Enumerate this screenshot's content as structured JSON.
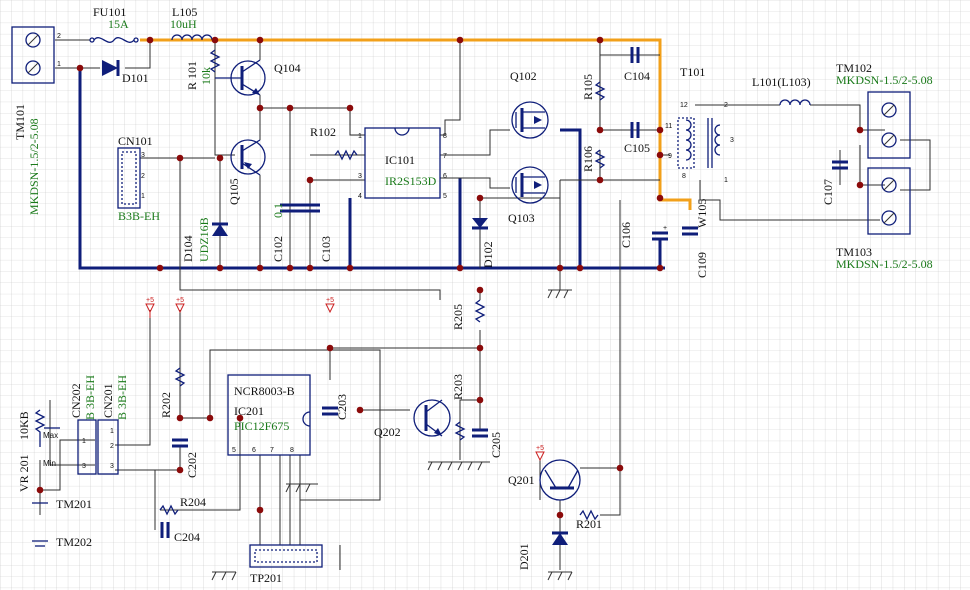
{
  "labels": {
    "tm101": "TM101",
    "tm101_val": "MKDSN-1.5/2-5.08",
    "fu101": "FU101",
    "fu101_val": "15A",
    "l105": "L105",
    "l105_val": "10uH",
    "d101": "D101",
    "r101": "R 101",
    "r101_val": "10k",
    "q104": "Q104",
    "q102": "Q102",
    "q103": "Q103",
    "r105": "R105",
    "r106": "R106",
    "c104": "C104",
    "c105": "C105",
    "t101": "T101",
    "l101": "L101(L103)",
    "tm102": "TM102",
    "tm102_val": "MKDSN-1.5/2-5.08",
    "tm103": "TM103",
    "tm103_val": "MKDSN-1.5/2-5.08",
    "cn101": "CN101",
    "cn101_val": "B3B-EH",
    "q105": "Q105",
    "r102": "R102",
    "ic101": "IC101",
    "ic101_val": "IR2S153D",
    "d104": "D104",
    "d104_val": "UDZ16B",
    "c102": "C102",
    "c102_val": "0.1",
    "c103": "C103",
    "d102": "D102",
    "c106": "C106",
    "w105": "W105",
    "c107": "C107",
    "c109": "C109",
    "r205": "R205",
    "r203": "R203",
    "cn202": "CN202",
    "cn202_val": "B 3B-EH",
    "cn201": "CN201",
    "cn201_val": "B 3B-EH",
    "r202": "R202",
    "ncr": "NCR8003-B",
    "ic201": "IC201",
    "ic201_val": "PIC12F675",
    "c203": "C203",
    "q202": "Q202",
    "c205": "C205",
    "vr201": "VR 201",
    "vr201_val": "10KB",
    "max": "Max",
    "min": "Min",
    "c202": "C202",
    "r204": "R204",
    "c204": "C204",
    "tm201": "TM201",
    "tm202": "TM202",
    "tp201": "TP201",
    "q201": "Q201",
    "r201": "R201",
    "d201": "D201",
    "plus5": "+5"
  }
}
